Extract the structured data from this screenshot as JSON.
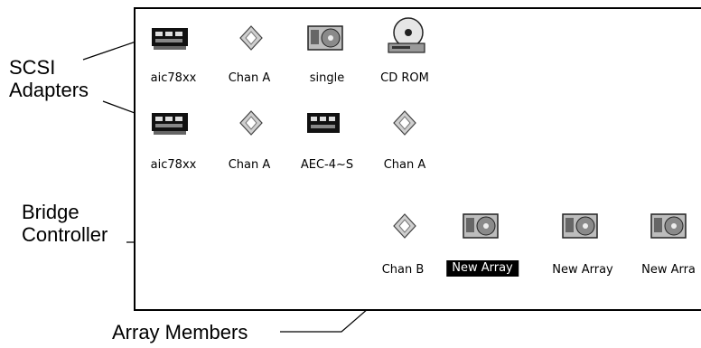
{
  "tree": {
    "row1": [
      {
        "icon": "scsi-adapter-icon",
        "label": "aic78xx"
      },
      {
        "icon": "channel-icon",
        "label": "Chan A"
      },
      {
        "icon": "disk-drive-icon",
        "label": "single"
      },
      {
        "icon": "cdrom-icon",
        "label": "CD ROM"
      }
    ],
    "row2": [
      {
        "icon": "scsi-adapter-icon",
        "label": "aic78xx"
      },
      {
        "icon": "channel-icon",
        "label": "Chan A"
      },
      {
        "icon": "bridge-controller-icon",
        "label": "AEC-4~S"
      },
      {
        "icon": "channel-icon",
        "label": "Chan A"
      }
    ],
    "row3": [
      {
        "icon": "channel-icon",
        "label": "Chan B"
      },
      {
        "icon": "disk-drive-icon",
        "label": "New Array",
        "selected": true
      },
      {
        "icon": "disk-drive-icon",
        "label": "New Array"
      },
      {
        "icon": "disk-drive-icon",
        "label": "New Arra"
      }
    ]
  },
  "callouts": {
    "scsi_line1": "SCSI",
    "scsi_line2": "Adapters",
    "bridge_line1": "Bridge",
    "bridge_line2": "Controller",
    "array_members": "Array Members"
  },
  "colors": {
    "selection_bg": "#000000",
    "selection_fg": "#ffffff"
  }
}
